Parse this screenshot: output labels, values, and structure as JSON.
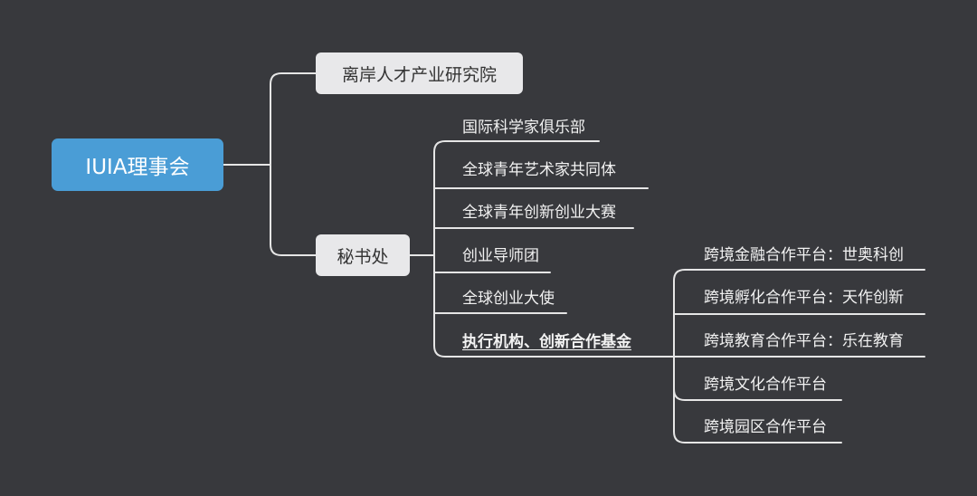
{
  "root": {
    "label": "IUIA理事会"
  },
  "branches": {
    "institute": "离岸人才产业研究院",
    "secretariat": "秘书处"
  },
  "secretariat_items": [
    "国际科学家俱乐部",
    "全球青年艺术家共同体",
    "全球青年创新创业大赛",
    "创业导师团",
    "全球创业大使",
    "执行机构、创新合作基金"
  ],
  "fund_platforms": [
    "跨境金融合作平台：世奥科创",
    "跨境孵化合作平台：天作创新",
    "跨境教育合作平台：乐在教育",
    "跨境文化合作平台",
    "跨境园区合作平台"
  ],
  "colors": {
    "background": "#38393d",
    "root_fill": "#4a9dd6",
    "box_fill": "#e8e8ea",
    "line": "#e6e6e6"
  }
}
